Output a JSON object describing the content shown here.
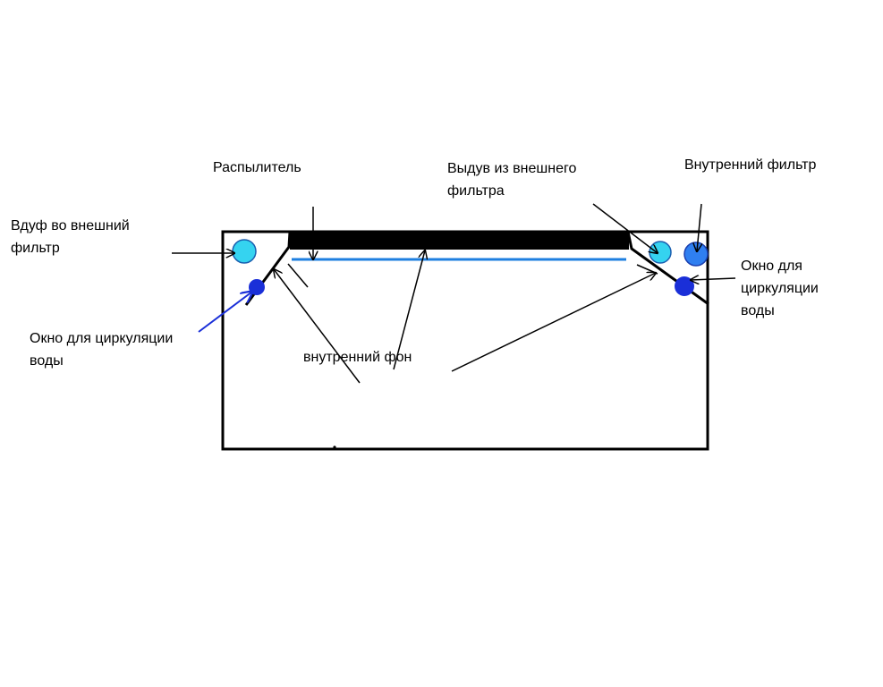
{
  "labels": {
    "sprayer": "Распылитель",
    "external_inflow_line1": "Выдув из внешнего",
    "external_inflow_line2": "фильтра",
    "internal_filter": "Внутренний фильтр",
    "external_outflow_line1": "Вдуф во внешний",
    "external_outflow_line2": "фильтр",
    "window_left_line1": "Окно для циркуляции",
    "window_left_line2": "воды",
    "window_right_line1": "Окно для",
    "window_right_line2": "циркуляции",
    "window_right_line3": "воды",
    "background": "внутренний фон"
  },
  "colors": {
    "outline": "#000000",
    "sprayer_bar": "#000000",
    "water_line": "#1e7fe0",
    "light_circle": "#35d3f0",
    "mid_circle": "#2f7ff0",
    "dark_circle": "#1a2fd8"
  }
}
